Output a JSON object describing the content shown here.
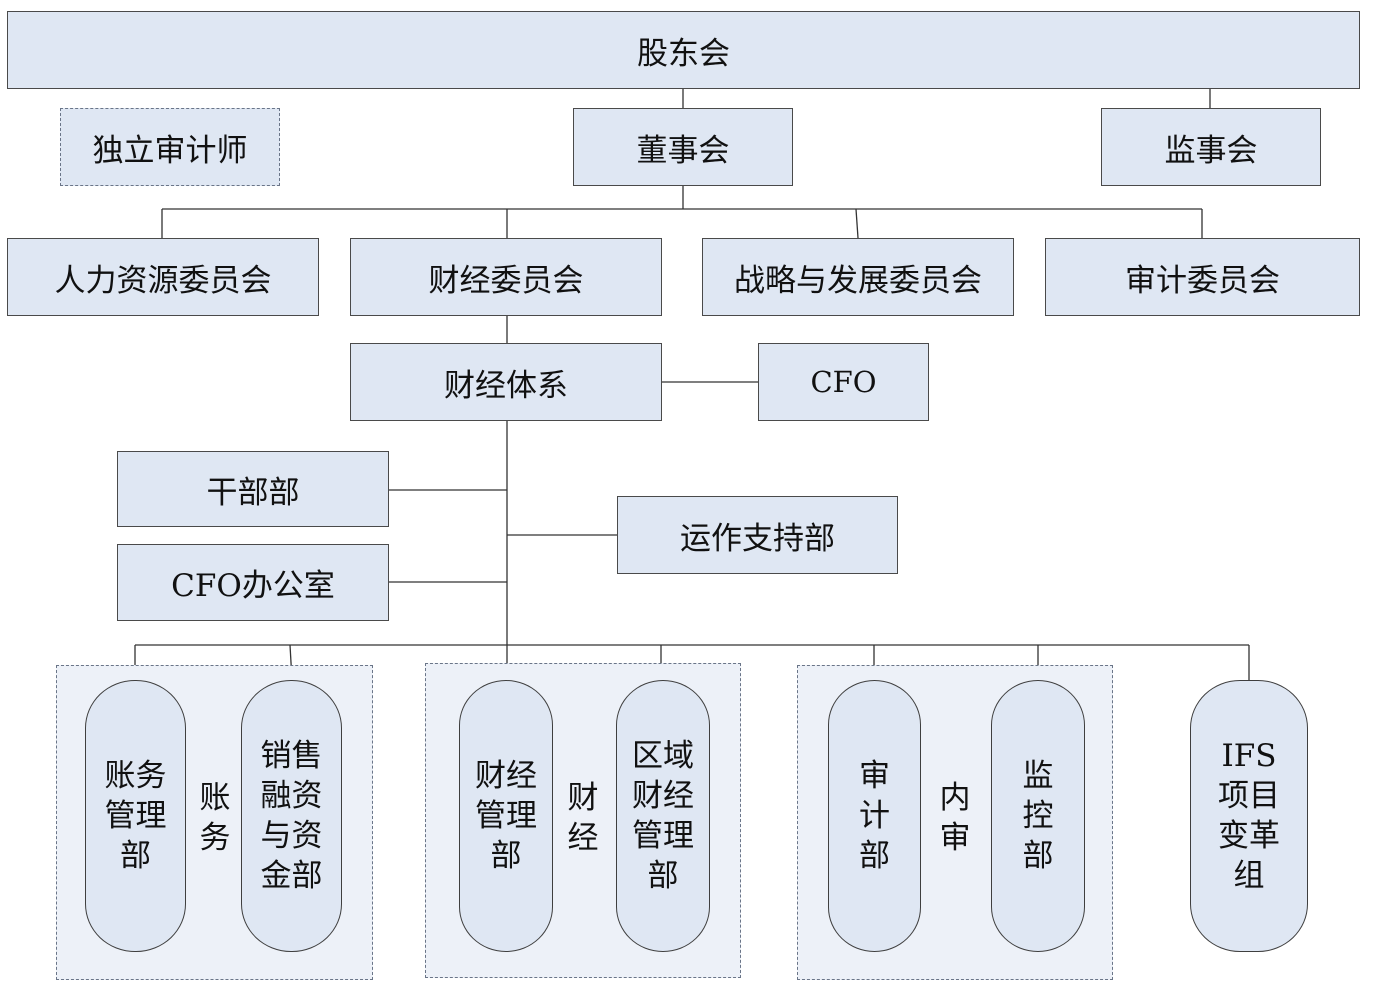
{
  "shareholders": "股东会",
  "independent_auditor": "独立审计师",
  "board": "董事会",
  "supervisory_board": "监事会",
  "committees": {
    "hr": "人力资源委员会",
    "finance": "财经委员会",
    "strategy": "战略与发展委员会",
    "audit": "审计委员会"
  },
  "finance_system": "财经体系",
  "cfo": "CFO",
  "cadre_dept": "干部部",
  "operations_support": "运作支持部",
  "cfo_office": "CFO办公室",
  "groups": {
    "accounting": {
      "label": "账\n务",
      "units": [
        "账务\n管理\n部",
        "销售\n融资\n与资\n金部"
      ]
    },
    "finance": {
      "label": "财\n经",
      "units": [
        "财经\n管理\n部",
        "区域\n财经\n管理\n部"
      ]
    },
    "internal_audit": {
      "label": "内\n审",
      "units": [
        "审\n计\n部",
        "监\n控\n部"
      ]
    }
  },
  "ifs": "IFS\n项目\n变革\n组"
}
